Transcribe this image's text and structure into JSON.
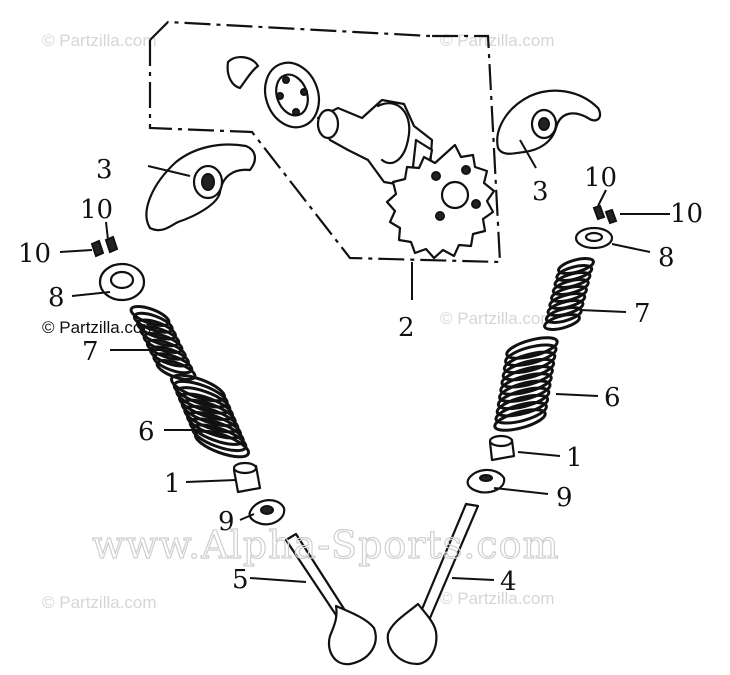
{
  "watermarks": {
    "partzilla": "© Partzilla.com",
    "alpha_sports": "www.Alpha-Sports.com"
  },
  "callouts": {
    "c1_left": "1",
    "c1_right": "1",
    "c2": "2",
    "c3_left": "3",
    "c3_right": "3",
    "c4": "4",
    "c5": "5",
    "c6_left": "6",
    "c6_right": "6",
    "c7_left": "7",
    "c7_right": "7",
    "c8_left": "8",
    "c8_right": "8",
    "c9_left": "9",
    "c9_right": "9",
    "c10_left_a": "10",
    "c10_left_b": "10",
    "c10_right_a": "10",
    "c10_right_b": "10"
  },
  "colors": {
    "ink": "#111111",
    "watermark": "#d6d6d6",
    "background": "#ffffff"
  }
}
